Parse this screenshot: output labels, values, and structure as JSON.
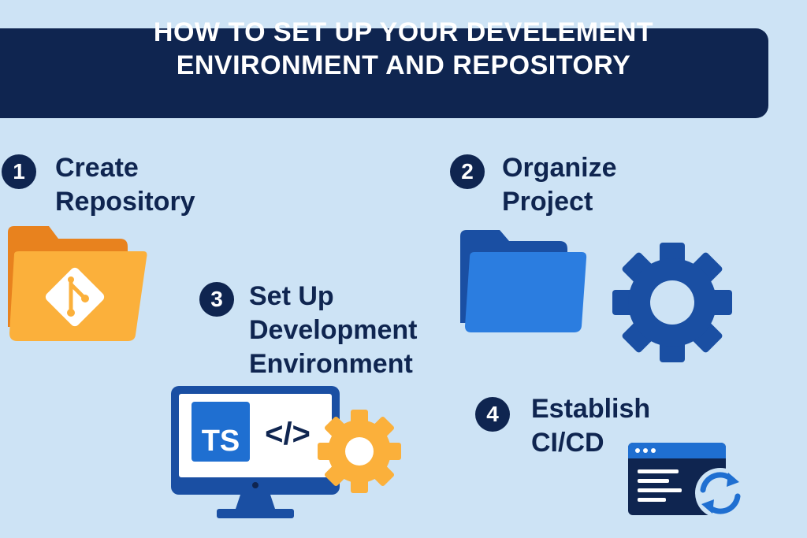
{
  "title": {
    "line1": "HOW TO SET UP YOUR DEVELEMENT",
    "line2": "ENVIRONMENT AND REPOSITORY"
  },
  "steps": [
    {
      "number": "1",
      "line1": "Create",
      "line2": "Repository",
      "icon": "git-folder-icon"
    },
    {
      "number": "2",
      "line1": "Organize",
      "line2": "Project",
      "icon": "folder-gear-icon"
    },
    {
      "number": "3",
      "line1": "Set Up",
      "line2": "Development",
      "line3": "Environment",
      "icon": "monitor-code-icon"
    },
    {
      "number": "4",
      "line1": "Establish",
      "line2": "CI/CD",
      "icon": "pipeline-sync-icon"
    }
  ],
  "monitor": {
    "badge_text": "TS",
    "code_glyph": "</>"
  },
  "colors": {
    "background": "#cde3f5",
    "navy": "#0f2550",
    "orange": "#e8821e",
    "yellow": "#fbb03b",
    "blue": "#1f6fd1",
    "dark_blue": "#1a4fa3"
  }
}
